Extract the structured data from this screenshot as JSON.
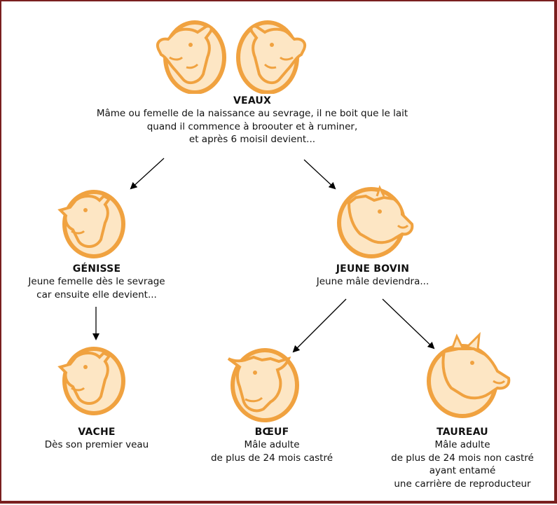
{
  "colors": {
    "frame": "#7a1f1f",
    "cattle_orange": "#f0a240",
    "cattle_fill": "#fde6c4",
    "arrow": "#000000"
  },
  "nodes": {
    "veaux": {
      "title": "VEAUX",
      "lines": [
        "Mâme ou femelle de la naissance au sevrage, il ne boit que le lait",
        "quand il commence à broouter et à ruminer,",
        "et après 6 moisil devient..."
      ]
    },
    "genisse": {
      "title": "GÉNISSE",
      "lines": [
        "Jeune femelle dès le sevrage",
        "car ensuite elle devient..."
      ]
    },
    "jeune_bovin": {
      "title": "JEUNE BOVIN",
      "lines": [
        "Jeune mâle deviendra..."
      ]
    },
    "vache": {
      "title": "VACHE",
      "lines": [
        "Dès son premier veau"
      ]
    },
    "boeuf": {
      "title": "BŒUF",
      "lines": [
        "Mâle adulte",
        "de plus de 24 mois castré"
      ]
    },
    "taureau": {
      "title": "TAUREAU",
      "lines": [
        "Mâle adulte",
        "de plus de 24 mois non castré",
        "ayant entamé",
        "une carrière de reproducteur"
      ]
    }
  },
  "icons": [
    "calf-left-icon",
    "calf-right-icon",
    "heifer-icon",
    "young-bull-icon",
    "cow-icon",
    "ox-icon",
    "bull-icon"
  ]
}
